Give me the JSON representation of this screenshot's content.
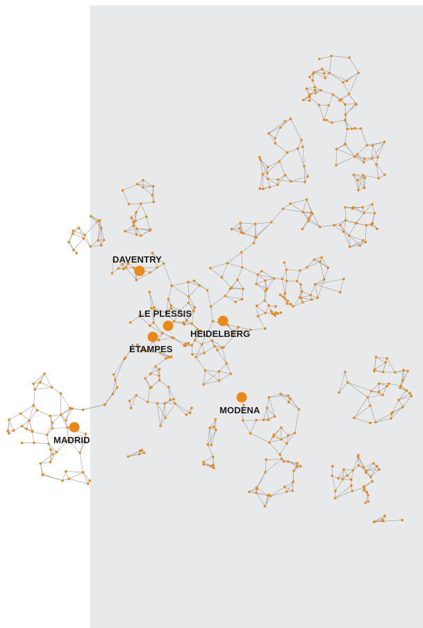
{
  "map": {
    "background_panel_color": "#e8e9ea",
    "network_line_color": "#9a9a9a",
    "node_color": "#e88a1a",
    "label_color": "#1a1a1a",
    "cities": [
      {
        "label": "DAVENTRY"
      },
      {
        "label": "LE PLESSIS"
      },
      {
        "label": "HEIDELBERG"
      },
      {
        "label": "ÉTAMPES"
      },
      {
        "label": "MODENA"
      },
      {
        "label": "MADRID"
      }
    ]
  }
}
